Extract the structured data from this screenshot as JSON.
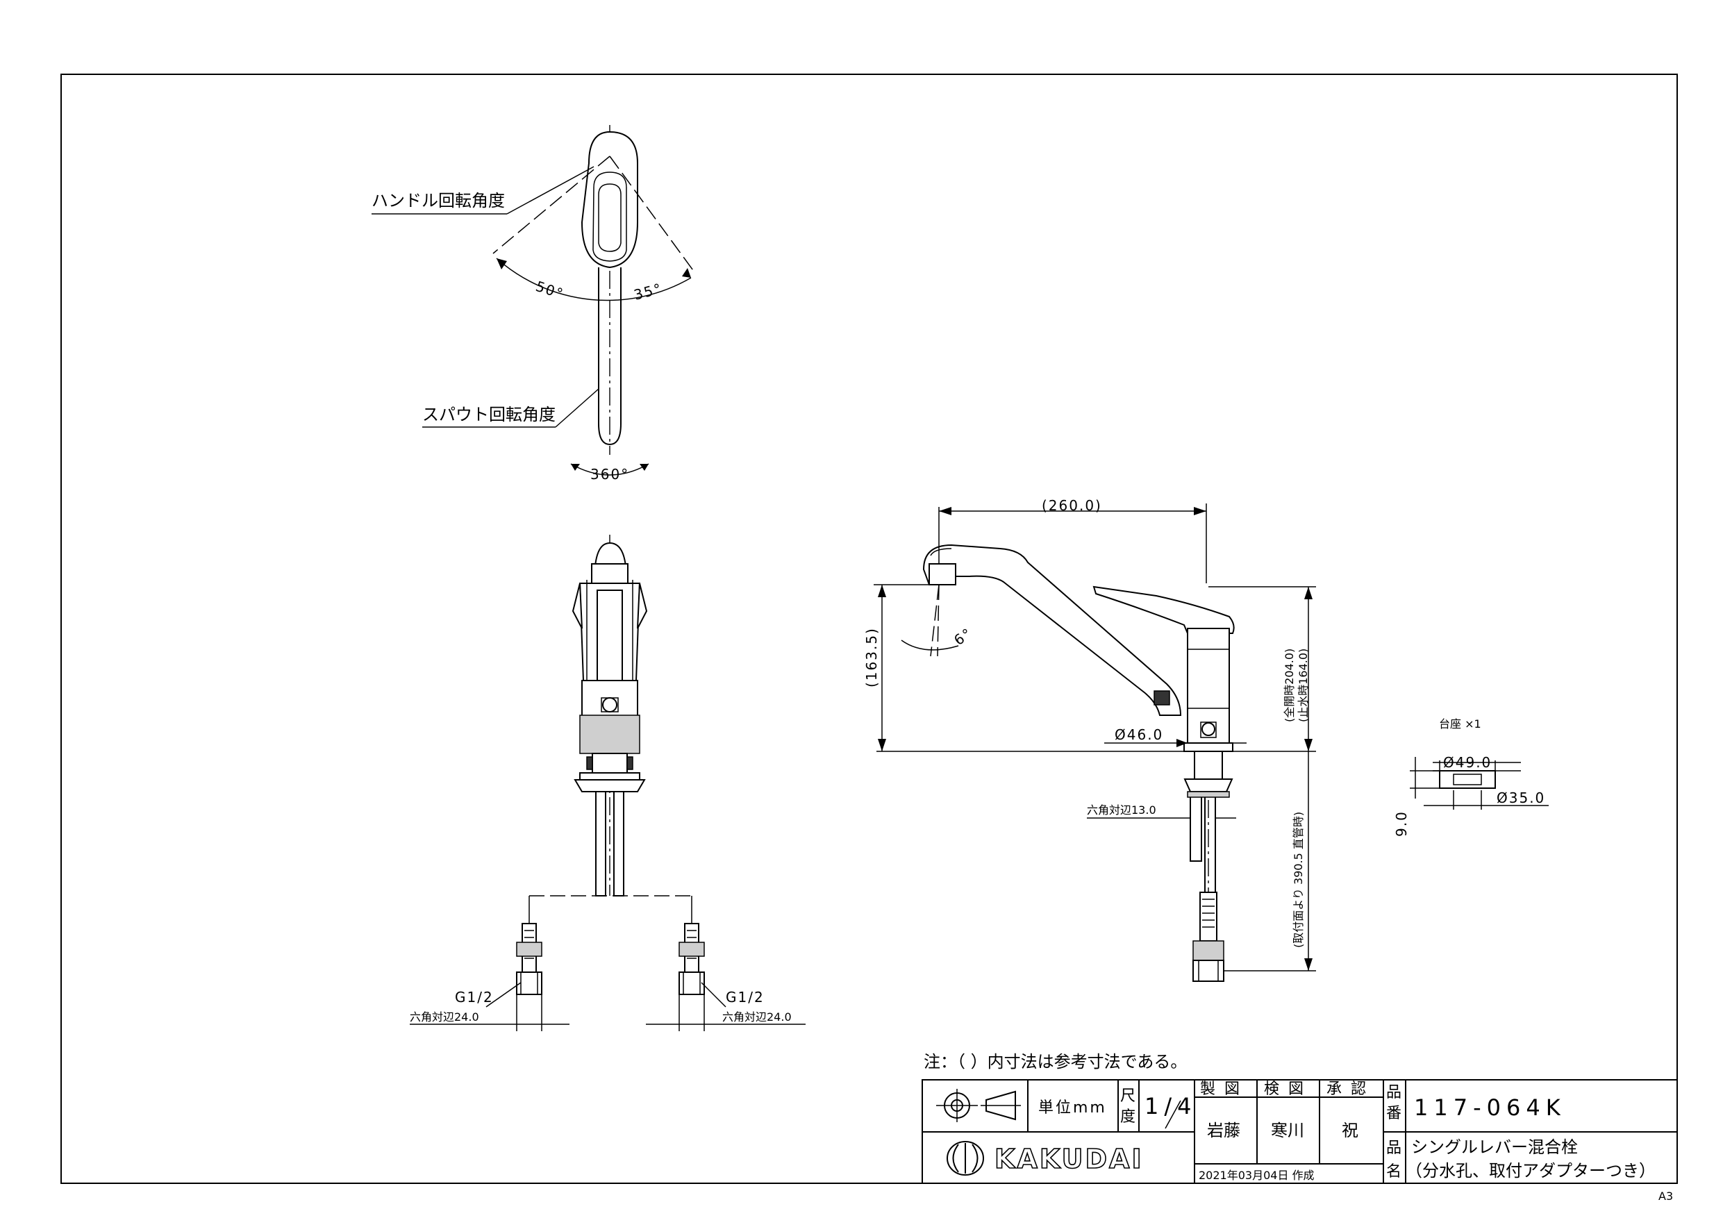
{
  "top_view": {
    "handle_label": "ハンドル回転角度",
    "angle_left": "50°",
    "angle_right": "35°",
    "spout_label": "スパウト回転角度",
    "spout_angle": "360°"
  },
  "front_view": {
    "g_left": "G1/2",
    "g_right": "G1/2",
    "hex_left": "六角対辺24.0",
    "hex_right": "六角対辺24.0"
  },
  "side_view": {
    "width": "(260.0)",
    "height_left": "(163.5)",
    "angle": "6°",
    "height_right_1": "(全開時204.0)",
    "height_right_2": "(止水時164.0)",
    "dia": "Ø46.0",
    "hex": "六角対辺13.0",
    "length": "(取付面より 390.5 直管時)"
  },
  "base_part": {
    "title": "台座 ×1",
    "dia_outer": "Ø49.0",
    "dia_inner": "Ø35.0",
    "height": "9.0"
  },
  "note": "注：（ ）内寸法は参考寸法である。",
  "title_block": {
    "unit": "単位mm",
    "scale_label_1": "尺",
    "scale_label_2": "度",
    "scale_value": "1/4",
    "col_drawn": "製 図",
    "col_checked": "検 図",
    "col_approved": "承 認",
    "name_drawn": "岩藤",
    "name_checked": "寒川",
    "name_approved": "祝",
    "date": "2021年03月04日 作成",
    "part_no_label_1": "品",
    "part_no_label_2": "番",
    "part_no": "117-064K",
    "part_name_label_1": "品",
    "part_name_label_2": "名",
    "part_name_1": "シングルレバー混合栓",
    "part_name_2": "（分水孔、取付アダプターつき）",
    "brand": "KAKUDAI"
  },
  "sheet_size": "A3"
}
